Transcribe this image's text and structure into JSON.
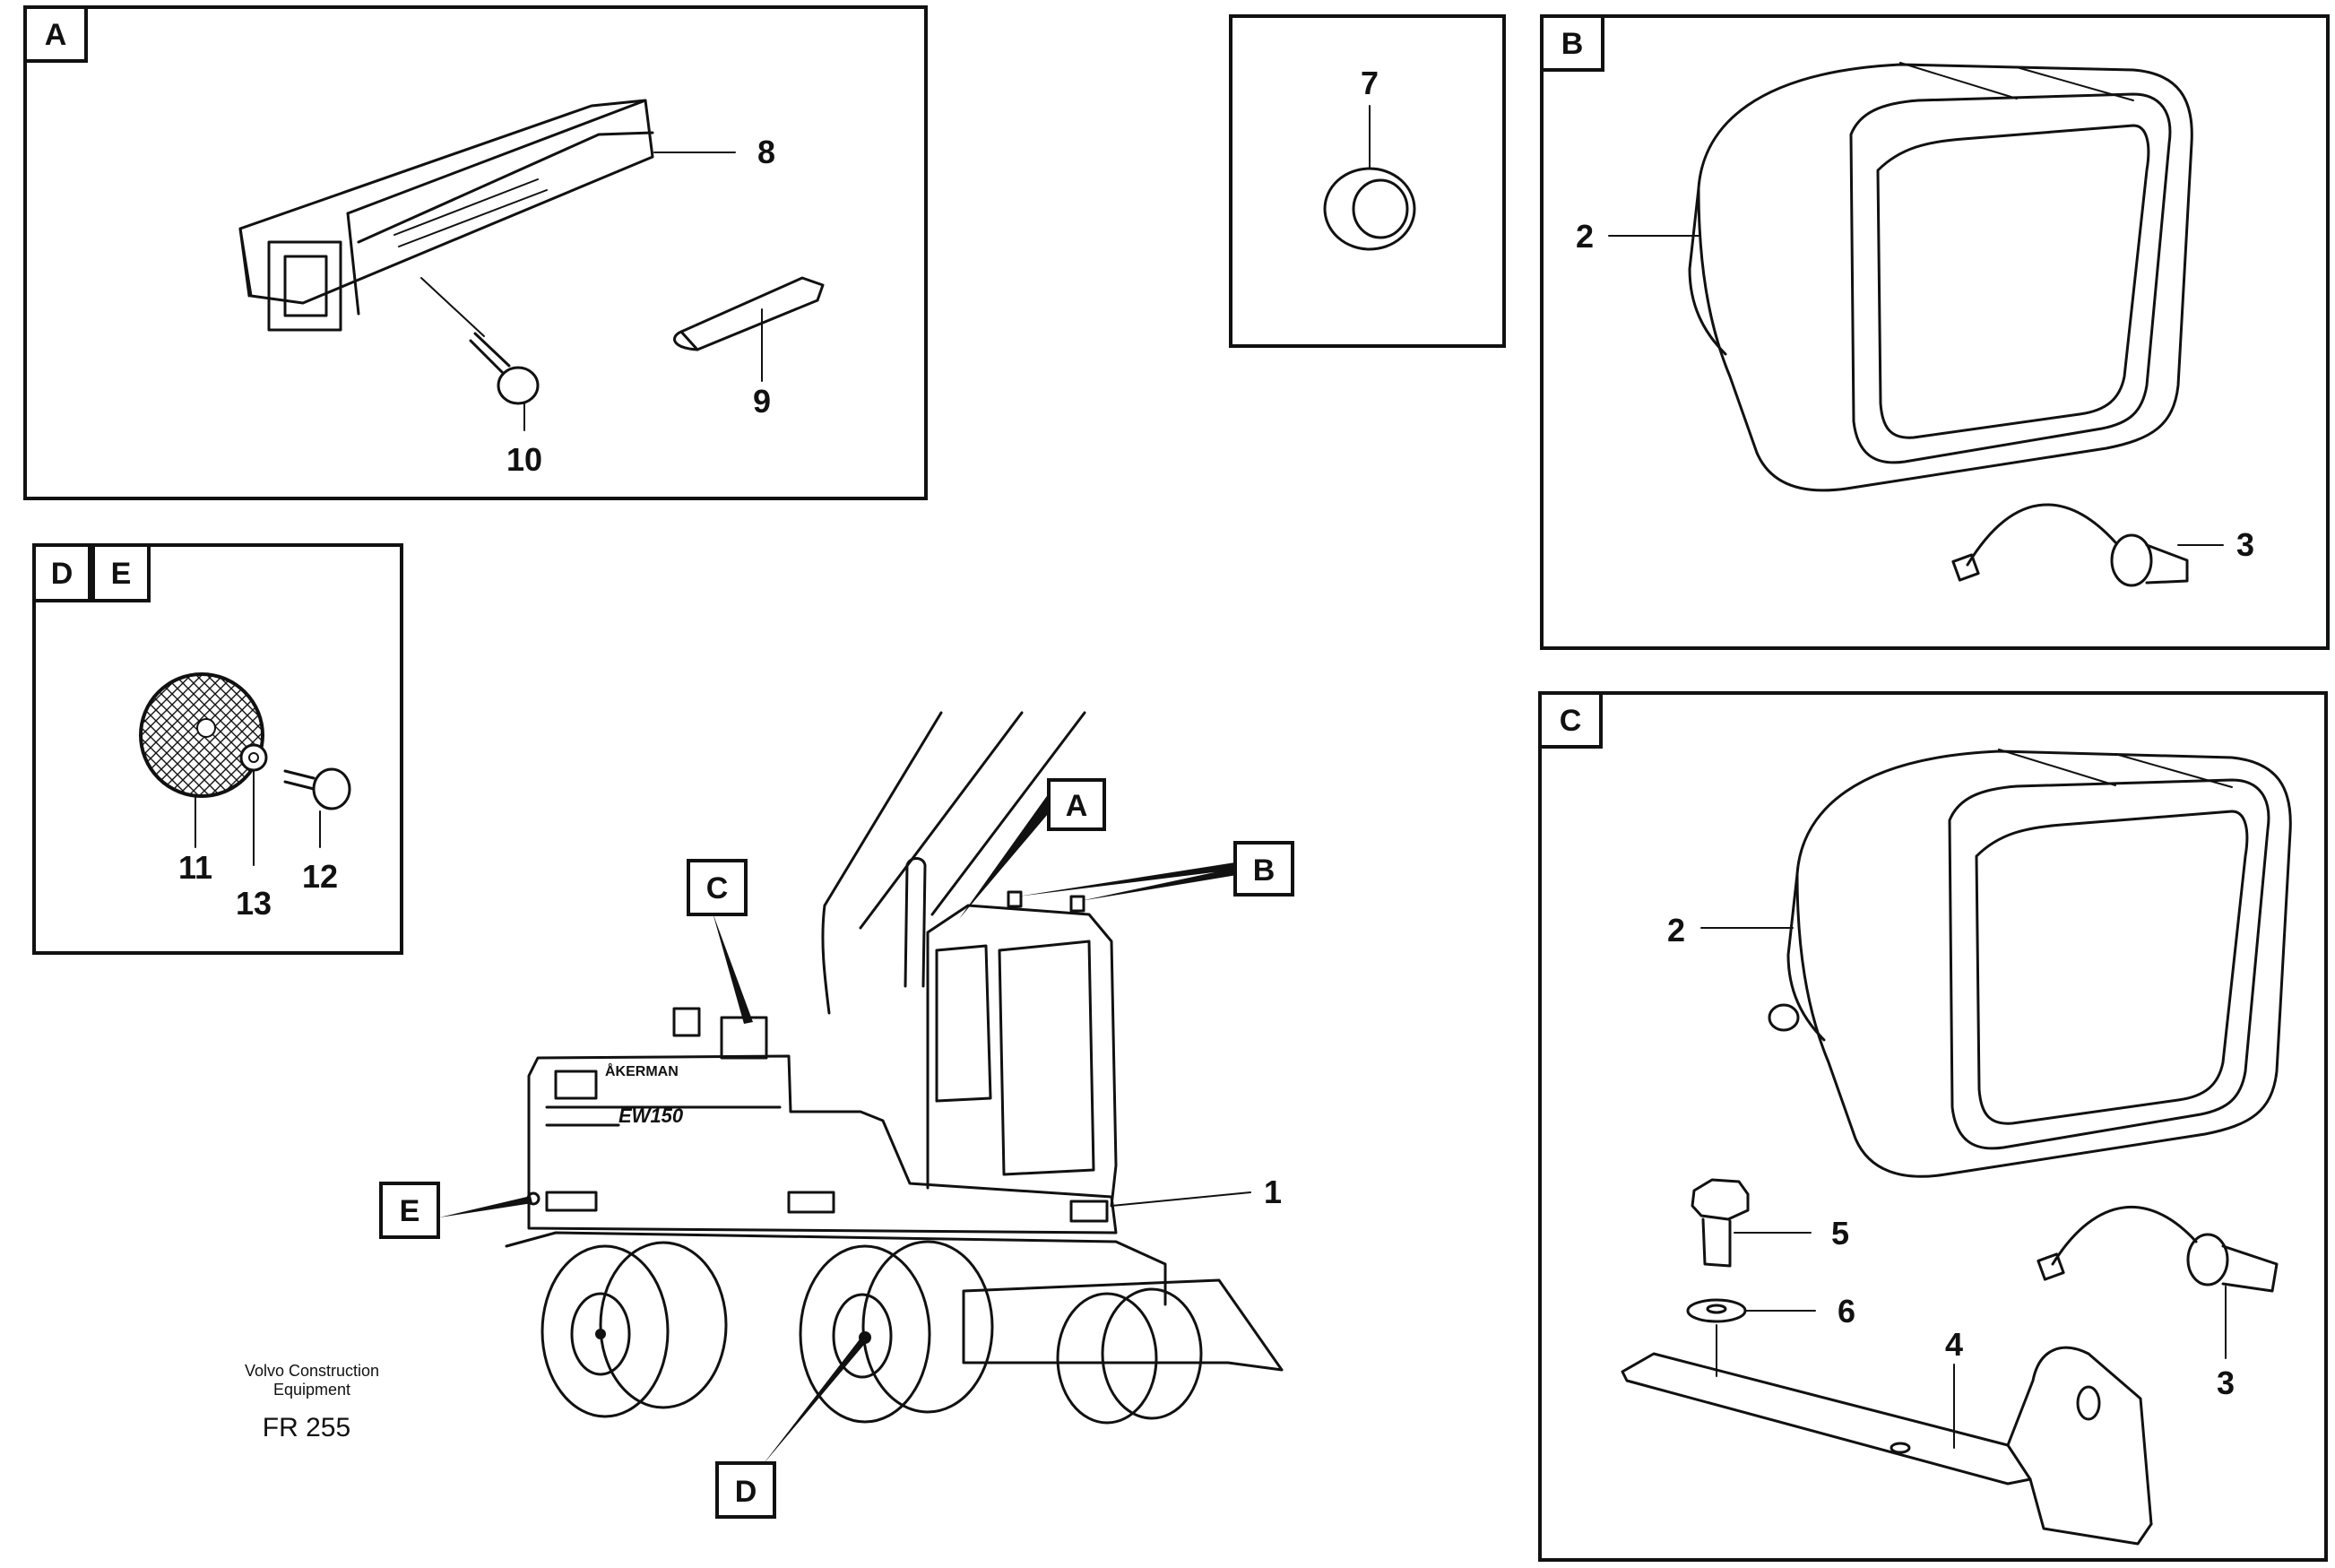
{
  "panels": {
    "A": {
      "letter": "A",
      "callouts": [
        "8",
        "9",
        "10"
      ]
    },
    "grommet": {
      "callouts": [
        "7"
      ]
    },
    "B": {
      "letter": "B",
      "callouts": [
        "2",
        "3"
      ]
    },
    "DE": {
      "letters": [
        "D",
        "E"
      ],
      "callouts": [
        "11",
        "12",
        "13"
      ]
    },
    "C": {
      "letter": "C",
      "callouts": [
        "2",
        "3",
        "4",
        "5",
        "6"
      ]
    }
  },
  "overview": {
    "tags": [
      "A",
      "B",
      "C",
      "D",
      "E"
    ],
    "callout": "1",
    "decal_brand": "ÅKERMAN",
    "decal_model": "EW150"
  },
  "caption": {
    "line1": "Volvo Construction",
    "line2": "Equipment",
    "code": "FR 255"
  }
}
